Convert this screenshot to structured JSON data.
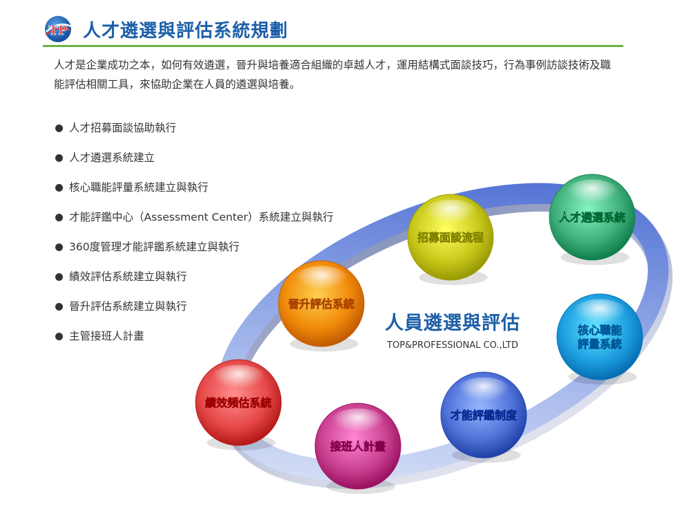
{
  "header": {
    "logo_text": "TP",
    "title": "人才遴選與評估系統規劃"
  },
  "intro": {
    "text": "人才是企業成功之本，如何有效遴選，晉升與培養適合組織的卓越人才，運用結構式面談技巧，行為事例訪談技術及職能評估相關工具，來協助企業在人員的遴選與培養。"
  },
  "services": [
    {
      "label": "人才招募面談協助執行"
    },
    {
      "label": "人才遴選系統建立"
    },
    {
      "label": "核心職能評量系統建立與執行"
    },
    {
      "label": "才能評鑑中心（Assessment Center）系統建立與執行"
    },
    {
      "label": "360度管理才能評鑑系統建立與執行"
    },
    {
      "label": "績效評估系統建立與執行"
    },
    {
      "label": "晉升評估系統建立與執行"
    },
    {
      "label": "主管接班人計畫"
    }
  ],
  "diagram": {
    "center_title": "人員遴選與評估",
    "center_subtitle": "TOP&PROFESSIONAL CO.,LTD",
    "ring_color": "#5f7fd6",
    "nodes": [
      {
        "id": "recruit",
        "lines": [
          "招募面談流程"
        ],
        "color": "#c8c81a"
      },
      {
        "id": "selection",
        "lines": [
          "人才遴選系統"
        ],
        "color": "#3fae7a"
      },
      {
        "id": "core",
        "lines": [
          "核心職能",
          "評量系統"
        ],
        "color": "#1d9ee0"
      },
      {
        "id": "talent",
        "lines": [
          "才能評鑑制度"
        ],
        "color": "#4f71d8"
      },
      {
        "id": "succession",
        "lines": [
          "接班人計畫"
        ],
        "color": "#c8408f"
      },
      {
        "id": "performance",
        "lines": [
          "績效頻估系統"
        ],
        "color": "#e54848"
      },
      {
        "id": "promotion",
        "lines": [
          "晉升評估系統"
        ],
        "color": "#f08a0a"
      }
    ]
  }
}
